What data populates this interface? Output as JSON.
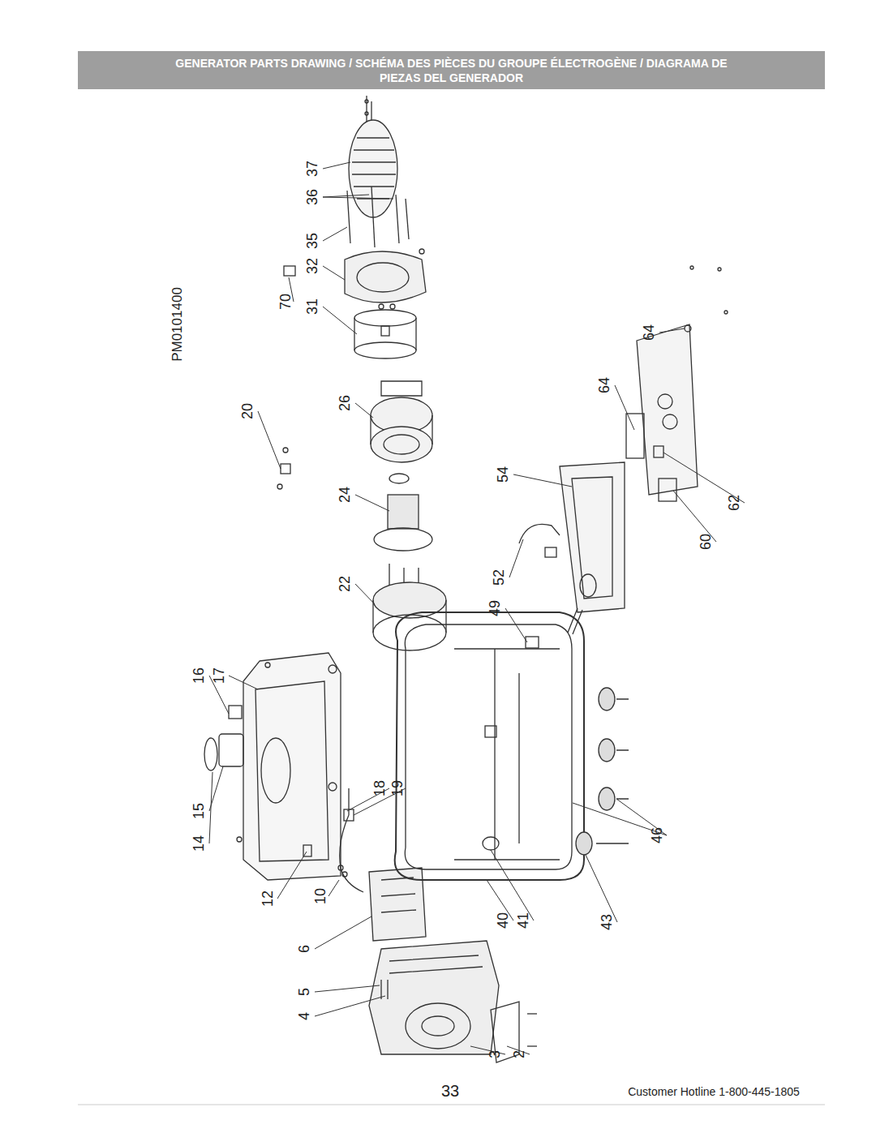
{
  "diagram": {
    "title": "GENERATOR PARTS DRAWING / SCHÉMA DES PIÈCES DU GROUPE ÉLECTROGÈNE / DIAGRAMA DE PIEZAS DEL GENERADOR",
    "labels": [
      "PM0101400",
      "70",
      "31",
      "32",
      "35",
      "36",
      "37",
      "20",
      "26",
      "24",
      "22",
      "16",
      "17",
      "14",
      "15",
      "18",
      "19",
      "12",
      "10",
      "6",
      "5",
      "4",
      "3",
      "2",
      "40",
      "41",
      "43",
      "46",
      "49",
      "52",
      "54",
      "64",
      "64",
      "60",
      "62",
      "33",
      "Customer Hotline 1-800-445-1805"
    ]
  }
}
